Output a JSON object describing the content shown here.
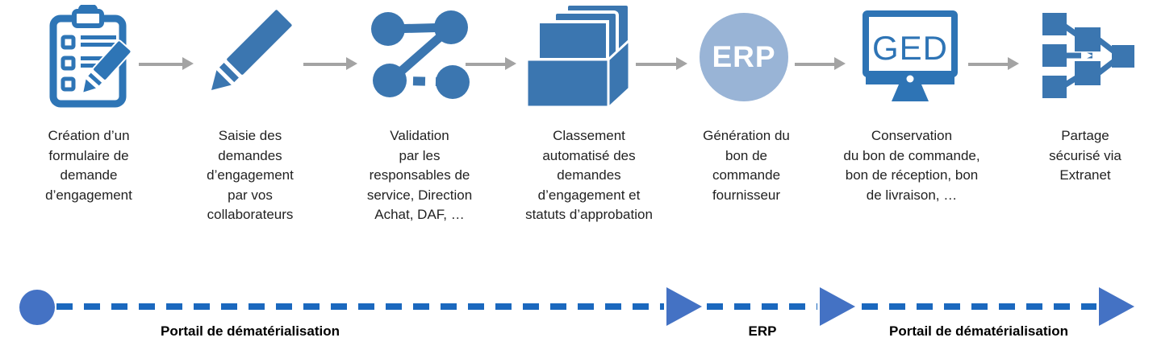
{
  "steps": [
    {
      "icon": "clipboard-checklist-icon",
      "label": "Création d’un\nformulaire de\ndemande\nd’engagement"
    },
    {
      "icon": "pencil-icon",
      "label": "Saisie des\ndemandes\nd’engagement\npar vos\ncollaborateurs"
    },
    {
      "icon": "workflow-nodes-icon",
      "label": "Validation\npar les\nresponsables de\nservice, Direction\nAchat, DAF, …"
    },
    {
      "icon": "archive-box-icon",
      "label": "Classement\nautomatisé des\ndemandes\nd’engagement et\nstatuts d’approbation"
    },
    {
      "icon": "erp-circle-icon",
      "badge": "ERP",
      "label": "Génération du\nbon de\ncommande\nfournisseur"
    },
    {
      "icon": "ged-monitor-icon",
      "badge": "GED",
      "label": "Conservation\ndu bon de commande,\nbon de réception, bon\nde livraison, …"
    },
    {
      "icon": "flowchart-share-icon",
      "label": "Partage\nsécurisé via\nExtranet"
    }
  ],
  "timeline": {
    "segments": [
      {
        "label": "Portail de dématérialisation"
      },
      {
        "label": "ERP"
      },
      {
        "label": "Portail de dématérialisation"
      }
    ]
  },
  "colors": {
    "icon_blue": "#3b76b0",
    "icon_outline_blue": "#2e75b6",
    "erp_circle_fill": "#99b4d6",
    "timeline_dash_blue": "#1b68be",
    "timeline_marker_blue": "#4472c4",
    "arrow_gray": "#a3a3a3",
    "caption_text": "#222222",
    "timeline_label_text": "#000000"
  }
}
